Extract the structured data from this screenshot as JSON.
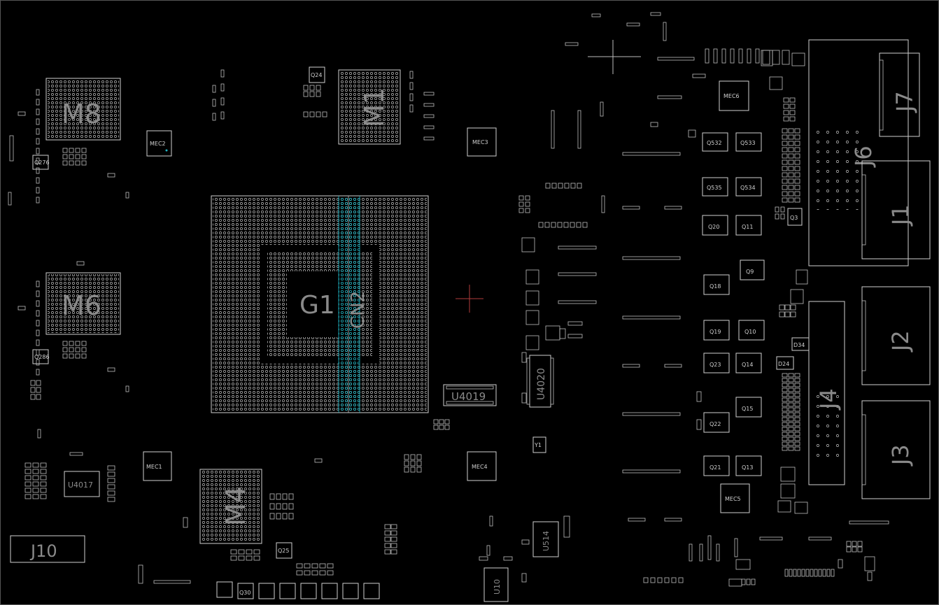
{
  "labels": {
    "M8": "M8",
    "M1": "M1",
    "M6": "M6",
    "M4": "M4",
    "G1": "G1",
    "CN2": "CN2",
    "J10": "J10",
    "J7": "J7",
    "J6": "J6",
    "J1": "J1",
    "J2": "J2",
    "J3": "J3",
    "J4": "J4",
    "U4019": "U4019",
    "U4020": "U4020",
    "U4017": "U4017",
    "U514": "U514",
    "U10": "U10",
    "MEC1": "MEC1",
    "MEC2": "MEC2",
    "MEC3": "MEC3",
    "MEC4": "MEC4",
    "MEC5": "MEC5",
    "MEC6": "MEC6",
    "Q24": "Q24",
    "Q25": "Q25",
    "Q30": "Q30",
    "Q3": "Q3",
    "Q9": "Q9",
    "Q10": "Q10",
    "Q11": "Q11",
    "Q13": "Q13",
    "Q14": "Q14",
    "Q15": "Q15",
    "Q18": "Q18",
    "Q19": "Q19",
    "Q20": "Q20",
    "Q21": "Q21",
    "Q22": "Q22",
    "Q23": "Q23",
    "Q532": "Q532",
    "Q533": "Q533",
    "Q534": "Q534",
    "Q535": "Q535",
    "Q276": "Q276",
    "Q286": "Q286",
    "D34": "D34",
    "D24": "D24",
    "Y1": "Y1"
  },
  "colors": {
    "background": "#000000",
    "outline": "#cfcfcf",
    "label": "#8a8a8a",
    "highlight": "#1fb5c4",
    "cursor": "#b23b3b"
  }
}
